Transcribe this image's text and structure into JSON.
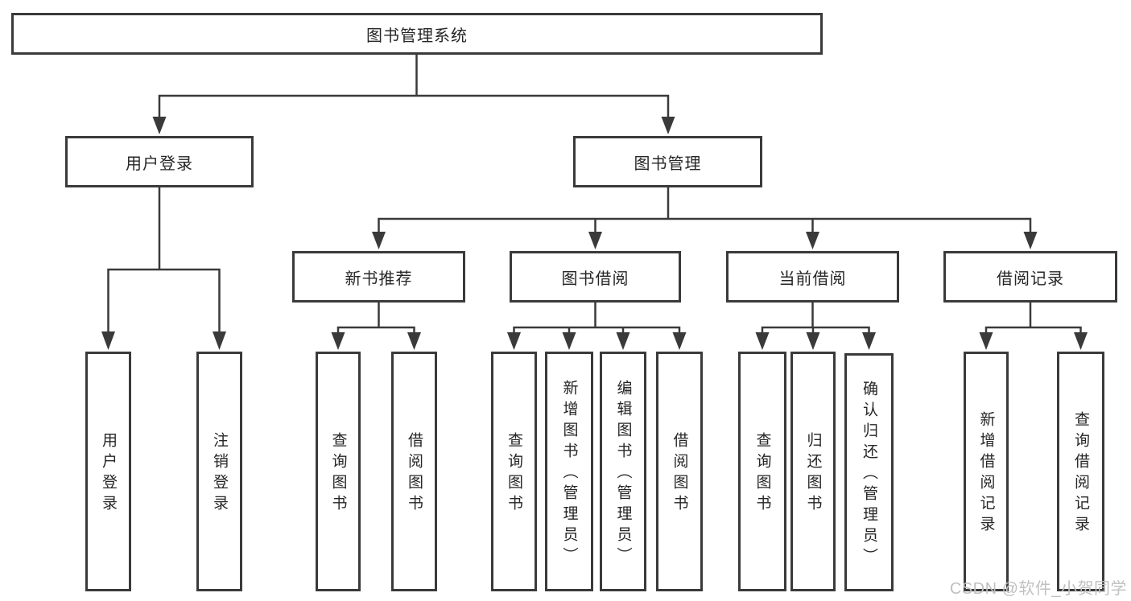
{
  "tree": {
    "label": "图书管理系统",
    "children": [
      {
        "label": "用户登录",
        "children": [
          {
            "label": "用户登录"
          },
          {
            "label": "注销登录"
          }
        ]
      },
      {
        "label": "图书管理",
        "children": [
          {
            "label": "新书推荐",
            "children": [
              {
                "label": "查询图书"
              },
              {
                "label": "借阅图书"
              }
            ]
          },
          {
            "label": "图书借阅",
            "children": [
              {
                "label": "查询图书"
              },
              {
                "label": "新增图书（管理员）"
              },
              {
                "label": "编辑图书（管理员）"
              },
              {
                "label": "借阅图书"
              }
            ]
          },
          {
            "label": "当前借阅",
            "children": [
              {
                "label": "查询图书"
              },
              {
                "label": "归还图书"
              },
              {
                "label": "确认归还（管理员）"
              }
            ]
          },
          {
            "label": "借阅记录",
            "children": [
              {
                "label": "新增借阅记录"
              },
              {
                "label": "查询借阅记录"
              }
            ]
          }
        ]
      }
    ]
  },
  "watermark": {
    "text": "CSDN @软件_小贺同学"
  },
  "colors": {
    "line": "#3a3a3a",
    "box_border": "#3a3a3a",
    "box_fill": "#ffffff",
    "label": "#262626",
    "background": "#ffffff",
    "watermark": "#c0c0c0"
  }
}
